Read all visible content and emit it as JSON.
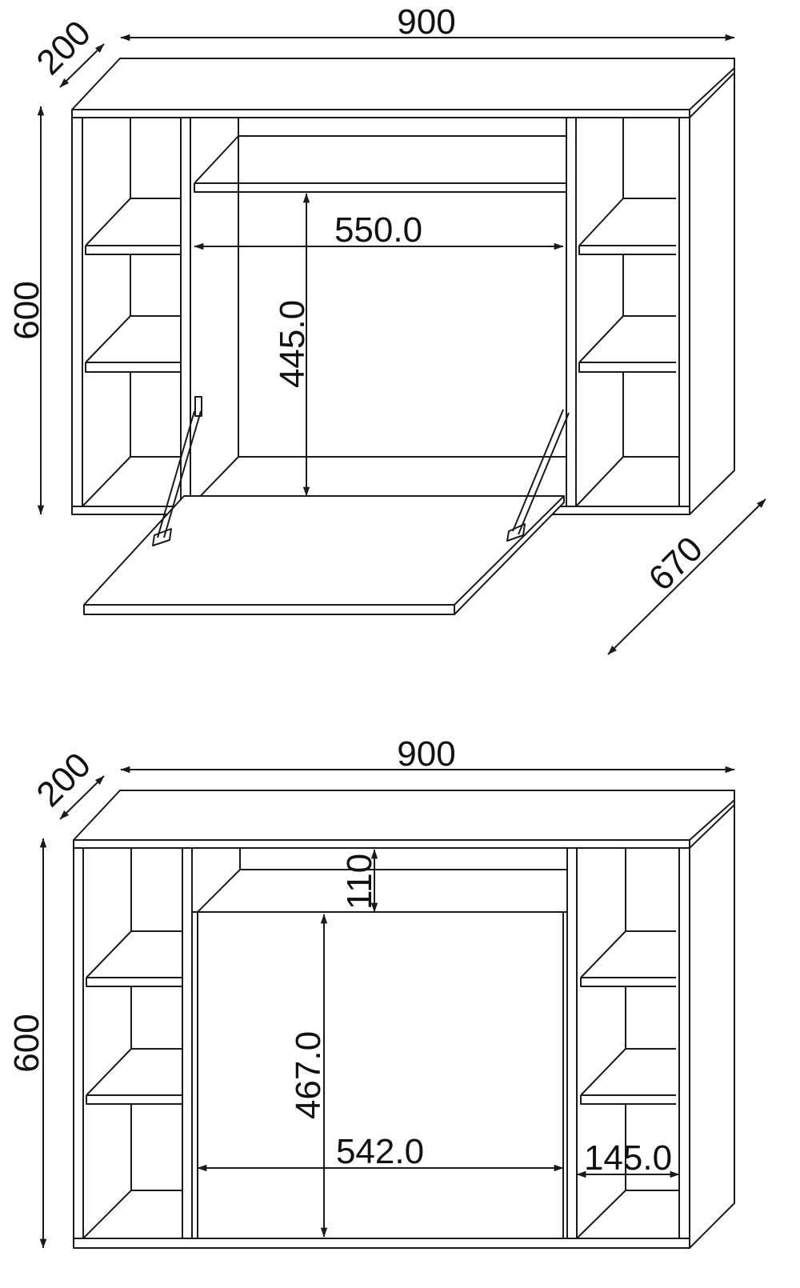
{
  "views": [
    {
      "name": "open",
      "dimensions": {
        "width": "900",
        "depth": "200",
        "height": "600",
        "opening_width": "550.0",
        "opening_height": "445.0",
        "open_depth": "670"
      }
    },
    {
      "name": "closed",
      "dimensions": {
        "width": "900",
        "depth": "200",
        "height": "600",
        "top_gap": "110",
        "flap_height": "467.0",
        "flap_width": "542.0",
        "side_shelf_width": "145.0"
      }
    }
  ],
  "colors": {
    "line": "#1a1a1a",
    "background": "#ffffff"
  }
}
